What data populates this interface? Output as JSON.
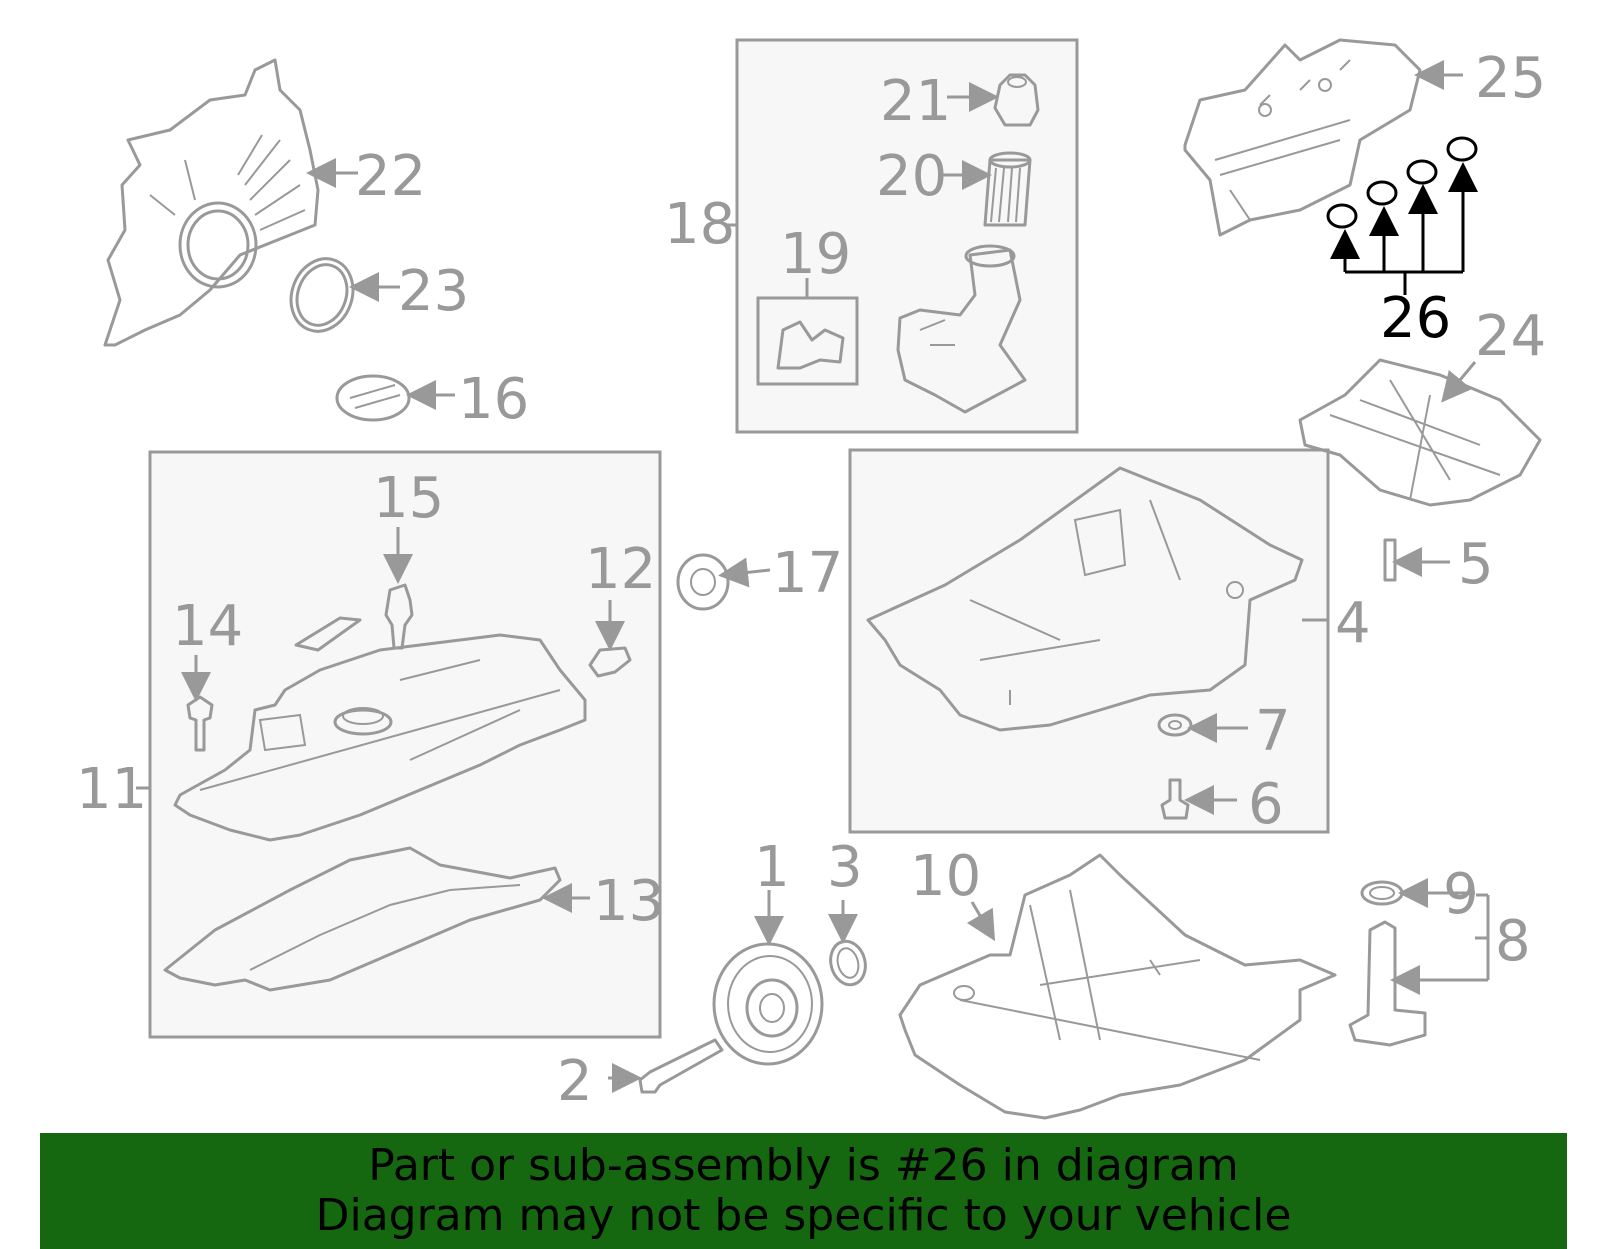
{
  "diagram": {
    "callouts": [
      "1",
      "2",
      "3",
      "4",
      "5",
      "6",
      "7",
      "8",
      "9",
      "10",
      "11",
      "12",
      "13",
      "14",
      "15",
      "16",
      "17",
      "18",
      "19",
      "20",
      "21",
      "22",
      "23",
      "24",
      "25",
      "26"
    ],
    "highlighted_callout": "26",
    "colors": {
      "line": "#999999",
      "highlight": "#000000",
      "box_fill": "#f7f7f7"
    }
  },
  "banner": {
    "line1": "Part or sub-assembly is #26 in diagram",
    "line2": "Diagram may not be specific to your vehicle",
    "background": "#15680f"
  }
}
